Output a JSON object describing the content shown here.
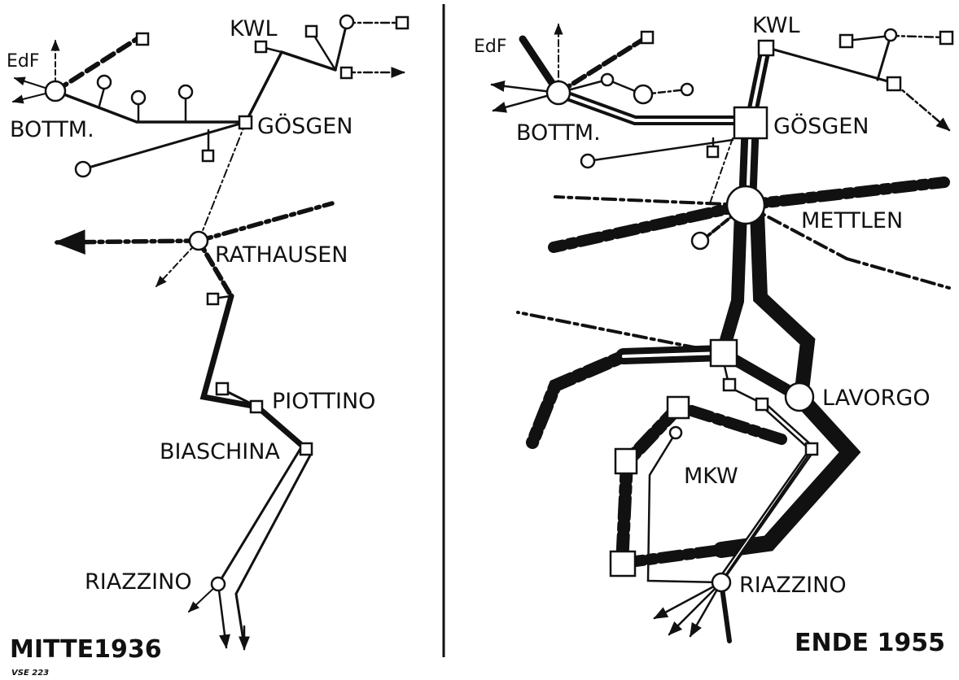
{
  "colors": {
    "ink": "#111111",
    "paper": "#ffffff"
  },
  "left": {
    "period": "MITTE1936",
    "stations": {
      "edf": "EdF",
      "kwl": "KWL",
      "bottm": "BOTTM.",
      "goesgen": "GÖSGEN",
      "rathausen": "RATHAUSEN",
      "piottino": "PIOTTINO",
      "biaschina": "BIASCHINA",
      "riazzino": "RIAZZINO"
    }
  },
  "right": {
    "period": "ENDE 1955",
    "stations": {
      "edf": "EdF",
      "kwl": "KWL",
      "bottm": "BOTTM.",
      "goesgen": "GÖSGEN",
      "mettlen": "METTLEN",
      "lavorgo": "LAVORGO",
      "mkw": "MKW",
      "riazzino": "RIAZZINO"
    }
  },
  "figure_code": "VSE 223"
}
